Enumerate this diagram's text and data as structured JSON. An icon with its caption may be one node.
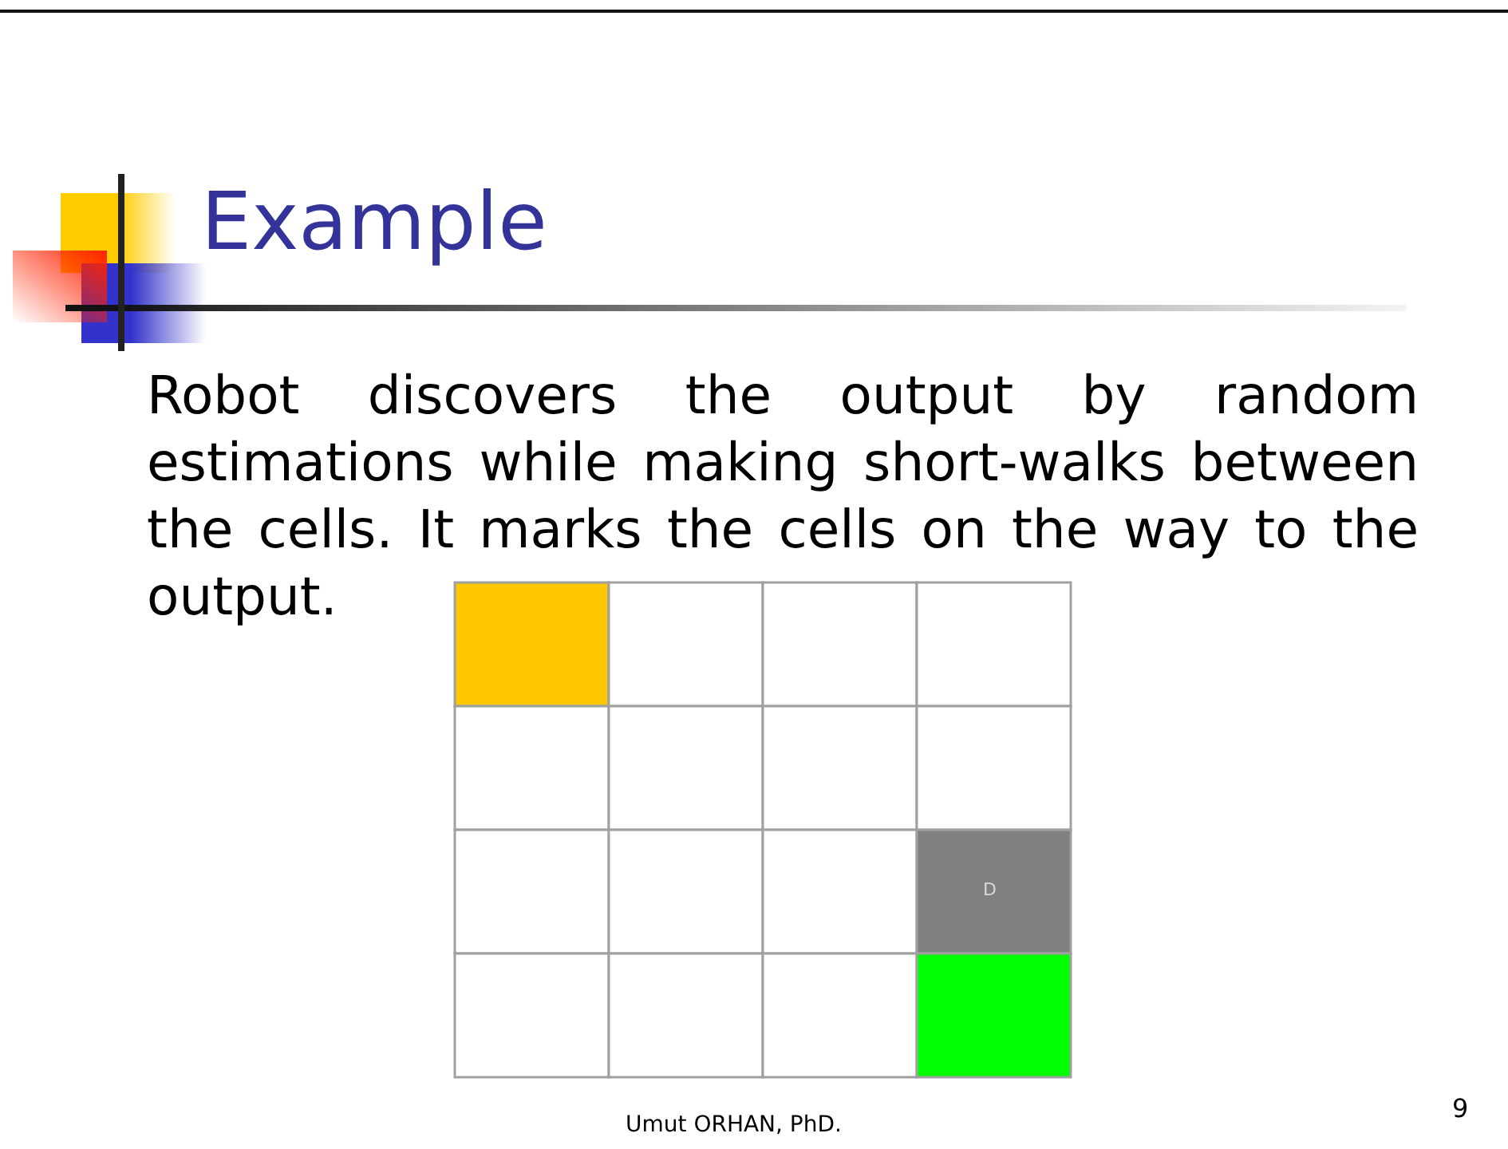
{
  "diagram": {
    "title": "Example",
    "labels": [
      "Robot discovers the output by random estimations while making short-walks between the cells. It marks the cells on the way to the output.",
      "D",
      "Umut ORHAN, PhD.",
      "9"
    ]
  }
}
